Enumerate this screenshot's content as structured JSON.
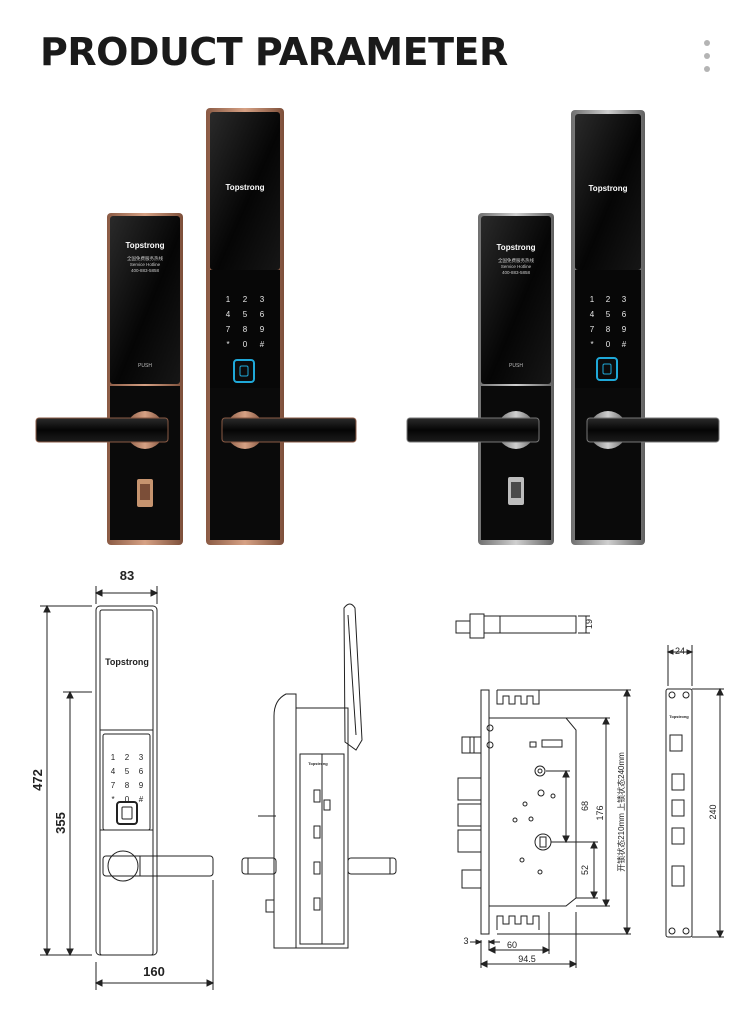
{
  "header": {
    "title": "PRODUCT PARAMETER",
    "menu_icon": "kebab-menu-icon"
  },
  "colors": {
    "rose_gold": "#c08a6c",
    "silver": "#9a9a9a",
    "panel": "#0b0b0b",
    "fingerprint": "#1fa8d8",
    "drawing_line": "#222222"
  },
  "products": {
    "brand": "Topstrong",
    "service_cn": "全国免费服务热线",
    "service_en": "Service Hotline",
    "phone": "400-883-5858",
    "push_label": "PUSH",
    "keypad": [
      "1",
      "2",
      "3",
      "4",
      "5",
      "6",
      "7",
      "8",
      "9",
      "*",
      "0",
      "#"
    ],
    "variants": [
      "rose-gold",
      "silver"
    ]
  },
  "drawing": {
    "brand": "Topstrong",
    "front": {
      "width": "83",
      "height_total": "472",
      "height_inner": "355",
      "handle_span": "160"
    },
    "mortise": {
      "bolt_thickness": "19",
      "faceplate_width": "24",
      "faceplate_length": "240",
      "h_68": "68",
      "h_176": "176",
      "h_52": "52",
      "note_cn": "开锁状态210mm 上锁状态240mm",
      "d_3": "3",
      "d_60": "60",
      "d_94_5": "94.5"
    }
  }
}
